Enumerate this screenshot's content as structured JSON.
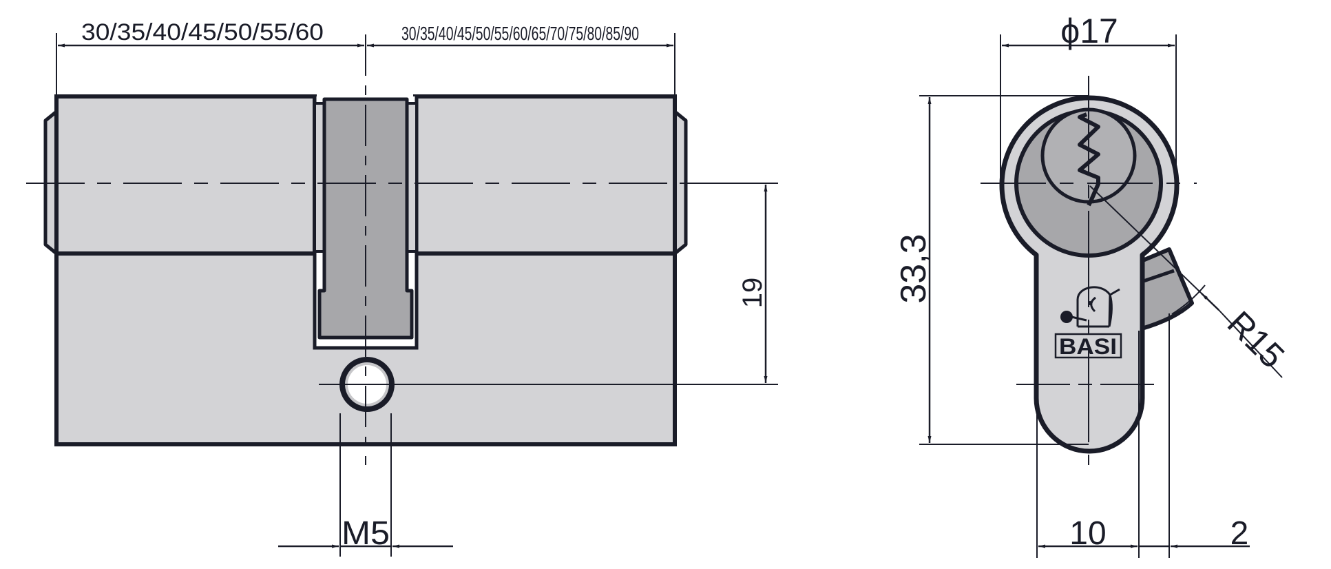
{
  "drawing": {
    "title": "Euro profile double cylinder technical drawing",
    "brand": "BASI",
    "colors": {
      "line": "#1a1c28",
      "body_fill": "#d3d3d6",
      "cam_fill": "#a7a7aa",
      "background": "#ffffff"
    },
    "side_view": {
      "left_length_label": "30/35/40/45/50/55/60",
      "right_length_label": "30/35/40/45/50/55/60/65/70/75/80/85/90",
      "center_to_screw_label": "19",
      "screw_label": "M5"
    },
    "front_view": {
      "diameter_label": "ϕ17",
      "height_label": "33,3",
      "radius_label": "R15",
      "width_label": "10",
      "offset_label": "2",
      "logo_text": "BASI"
    }
  }
}
